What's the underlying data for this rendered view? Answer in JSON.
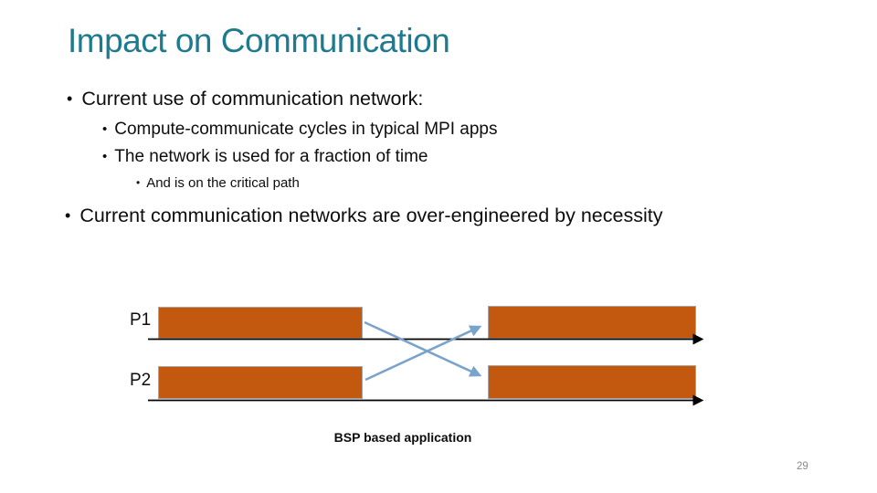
{
  "slide": {
    "title": "Impact on Communication",
    "bullet_char": "•",
    "bullets": {
      "b1": "Current use of communication network:",
      "b2": "Compute-communicate cycles in typical MPI apps",
      "b3": "The network is used for a fraction of time",
      "b4": "And is on the critical path",
      "b5": "Current communication networks are over-engineered by necessity"
    },
    "diagram": {
      "p1_label": "P1",
      "p2_label": "P2",
      "caption": "BSP based application",
      "description": "Two process timelines; each has two compute blocks separated by a communication gap; crossing arrows show messages exchanged between P1 and P2 during the gap"
    },
    "page_number": "29"
  },
  "theme_colors": {
    "background": "#FFFFFF",
    "title_teal": "#1E7A8E",
    "block_orange": "#C2590F",
    "block_border_gray": "#A6A6A6",
    "arrow_blue": "#7AA3CB",
    "timeline_black": "#000000",
    "page_number_gray": "#8A8A8A"
  }
}
